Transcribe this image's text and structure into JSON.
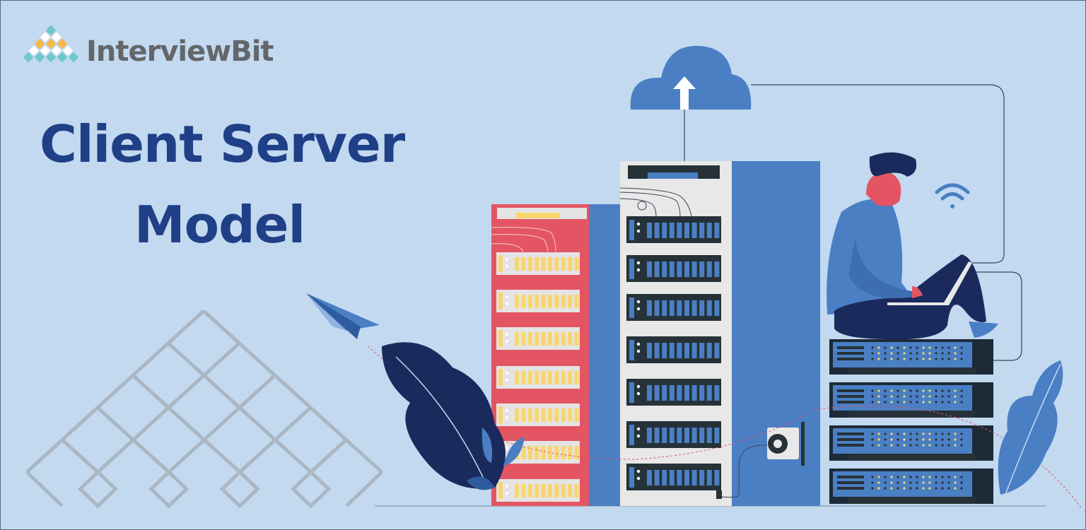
{
  "logo": {
    "brand": "InterviewBit"
  },
  "title": {
    "line1": "Client Server",
    "line2": "Model"
  },
  "colors": {
    "background": "#c2d9f0",
    "title": "#1f3f87",
    "red_rack": "#e35563",
    "blue": "#4a7fc4",
    "dark": "#263238",
    "navy": "#1b2a5c",
    "yellow": "#f9d56e",
    "grid": "#aab6c2"
  },
  "icons": [
    "cloud-upload-icon",
    "wifi-icon",
    "paper-plane-icon"
  ]
}
